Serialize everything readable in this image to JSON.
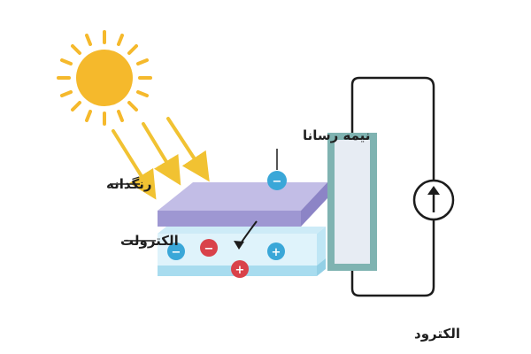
{
  "labels": {
    "semiconductor": "نیمه رسانا",
    "dye": "رنگدانه",
    "electrolyte": "الکترولت",
    "electrode": "الکترود"
  },
  "charges": {
    "semiconductor_charge": "−",
    "electrolyte_left": "−",
    "electrolyte_mid": "−",
    "electrolyte_bottom": "+",
    "electrolyte_right": "+"
  },
  "colors": {
    "sun": "#f5b92c",
    "sun_rays": "#f5b92c",
    "light_beams": "#f1c232",
    "semiconductor_top": "#b6b0df",
    "semiconductor_side": "#9e97d2",
    "electrolyte_body": "#dff3fb",
    "electrolyte_side": "#bfe6f5",
    "electrode_frame": "#7fb3b1",
    "electrode_fill": "#e7ecf3",
    "circuit": "#1c1c1c",
    "negative_charge": "#3aa7d8",
    "positive_charge_red": "#d9424a",
    "positive_charge_blue": "#3aa7d8"
  },
  "icons": {
    "sun": "sun-icon",
    "current_source": "up-arrow-circle-icon",
    "electron_path": "curved-arrow-icon"
  }
}
